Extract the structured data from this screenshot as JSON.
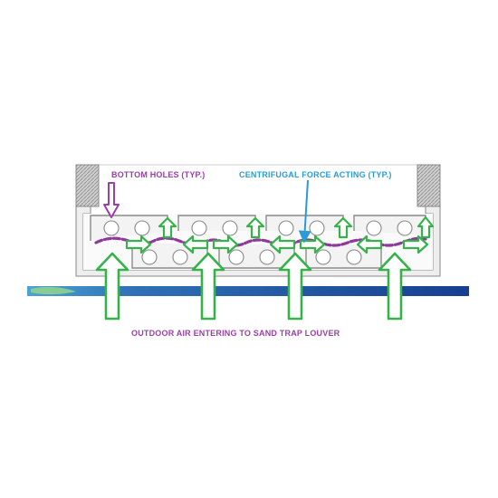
{
  "labels": {
    "bottom_holes": "BOTTOM HOLES (TYP.)",
    "centrifugal_force": "CENTRIFUGAL FORCE ACTING (TYP.)",
    "outdoor_air": "OUTDOOR AIR ENTERING TO SAND TRAP LOUVER"
  },
  "colors": {
    "label_purple": "#9a3fa8",
    "label_blue": "#2a9bd6",
    "airflow_green": "#35b34a",
    "flow_path_purple": "#8e3a9c",
    "ground_blue": "#1b4fa0",
    "frame_gray": "#8a8a8a",
    "box_fill": "#f3f3f3"
  },
  "icons": {
    "air_arrow": "green-outline-arrow",
    "hole": "circle-hole",
    "pointer": "pointer-arrow"
  }
}
